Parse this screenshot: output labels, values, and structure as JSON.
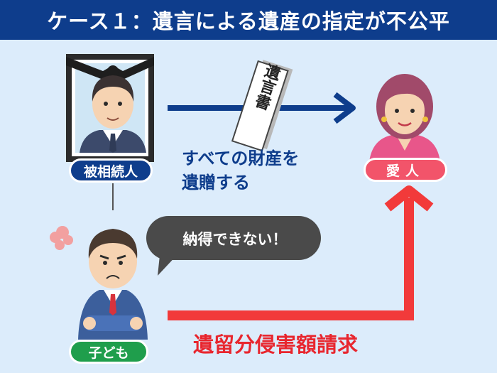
{
  "title": "ケース１：遺言による遺産の指定が不公平",
  "deceased_label": "被相続人",
  "lover_label": "愛人",
  "child_label": "子ども",
  "transfer_line1": "すべての財産を",
  "transfer_line2": "遺贈する",
  "will_text": "遺言書",
  "bubble_text": "納得できない！",
  "claim_text": "遺留分侵害額請求",
  "colors": {
    "header": "#0e3d8c",
    "background": "#dcecfb",
    "blue_arrow": "#0e3d8c",
    "red_arrow": "#f23a3a",
    "lover_pill": "#f2546a",
    "child_pill": "#1f9e4c",
    "bubble": "#4a4a4a"
  }
}
